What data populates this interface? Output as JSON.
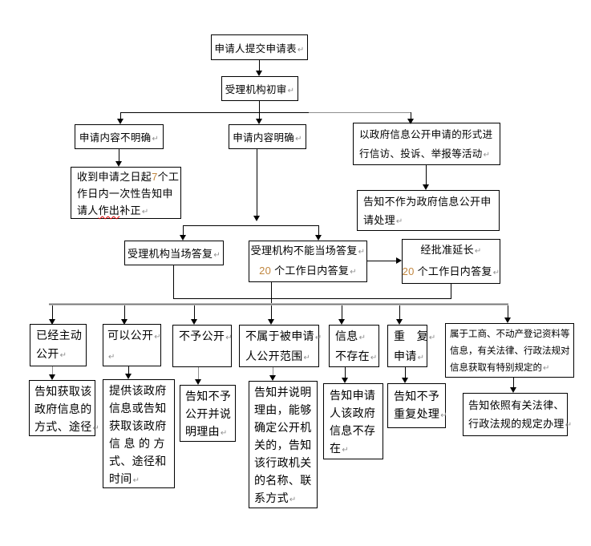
{
  "flowchart": {
    "colors": {
      "background": "#ffffff",
      "border": "#000000",
      "line": "#000000",
      "gray_line": "#8f8f8f",
      "digit": "#c0863f",
      "pilcrow": "#8f8f8f",
      "wavy": "#e00000"
    },
    "nodes": {
      "submit": {
        "lines": [
          "申请人提交申请表↵"
        ]
      },
      "review": {
        "lines": [
          "受理机构初审↵"
        ]
      },
      "unclear": {
        "lines": [
          "申请内容不明确↵"
        ]
      },
      "clear": {
        "lines": [
          "申请内容明确↵"
        ]
      },
      "petition": {
        "lines": [
          "以政府信息公开申请的形式进",
          "行信访、投诉、举报等活动↵"
        ]
      },
      "correct": {
        "lines": [
          "收到申请之日起7个工",
          "作日内一次性告知申",
          "请人作出补正↵"
        ],
        "wavy": "作出"
      },
      "not_handle": {
        "lines": [
          "告知不作为政府信息公开申",
          "请处理↵"
        ]
      },
      "onspot": {
        "lines": [
          "受理机构当场答复↵"
        ]
      },
      "cannot": {
        "lines": [
          "受理机构不能当场答复↵",
          "20 个工作日内答复↵"
        ]
      },
      "extend": {
        "lines": [
          "经批准延长↵",
          "20 个工作日内答复↵"
        ]
      },
      "c1": {
        "lines": [
          "已经主动",
          "公开↵"
        ]
      },
      "c2": {
        "lines": [
          "可以公开↵",
          "↵"
        ]
      },
      "c3": {
        "lines": [
          "不予公开↵"
        ]
      },
      "c4": {
        "lines": [
          "不属于被申请↵",
          "人公开范围↵"
        ]
      },
      "c5": {
        "lines": [
          "信息↵",
          "不存在↵"
        ]
      },
      "c6": {
        "lines": [
          "重　复↵",
          "申请↵"
        ]
      },
      "c7": {
        "lines": [
          "属于工商、不动产登记资料等",
          "信息，有关法律、行政法规对",
          "信息获取有特别规定的↵"
        ]
      },
      "r1": {
        "lines": [
          "告知获取该",
          "政府信息的",
          "方式、途径↵"
        ]
      },
      "r2": {
        "lines": [
          "提供该政府",
          "信息或告知",
          "获取该政府",
          "信 息 的 方",
          "式、途径和",
          "时间↵"
        ]
      },
      "r3": {
        "lines": [
          "告知不予",
          "公开并说",
          "明理由↵"
        ]
      },
      "r4": {
        "lines": [
          "告知并说明",
          "理由，能够",
          "确定公开机",
          "关的，告知",
          "该行政机关",
          "的名称、联",
          "系方式↵"
        ]
      },
      "r5": {
        "lines": [
          "告知申请",
          "人该政府",
          "信息不存",
          "在↵"
        ]
      },
      "r6": {
        "lines": [
          "告知不予",
          "重复处理↵"
        ]
      },
      "r7": {
        "lines": [
          "告知依照有关法律、",
          "行政法规的规定办理↵"
        ]
      }
    }
  }
}
